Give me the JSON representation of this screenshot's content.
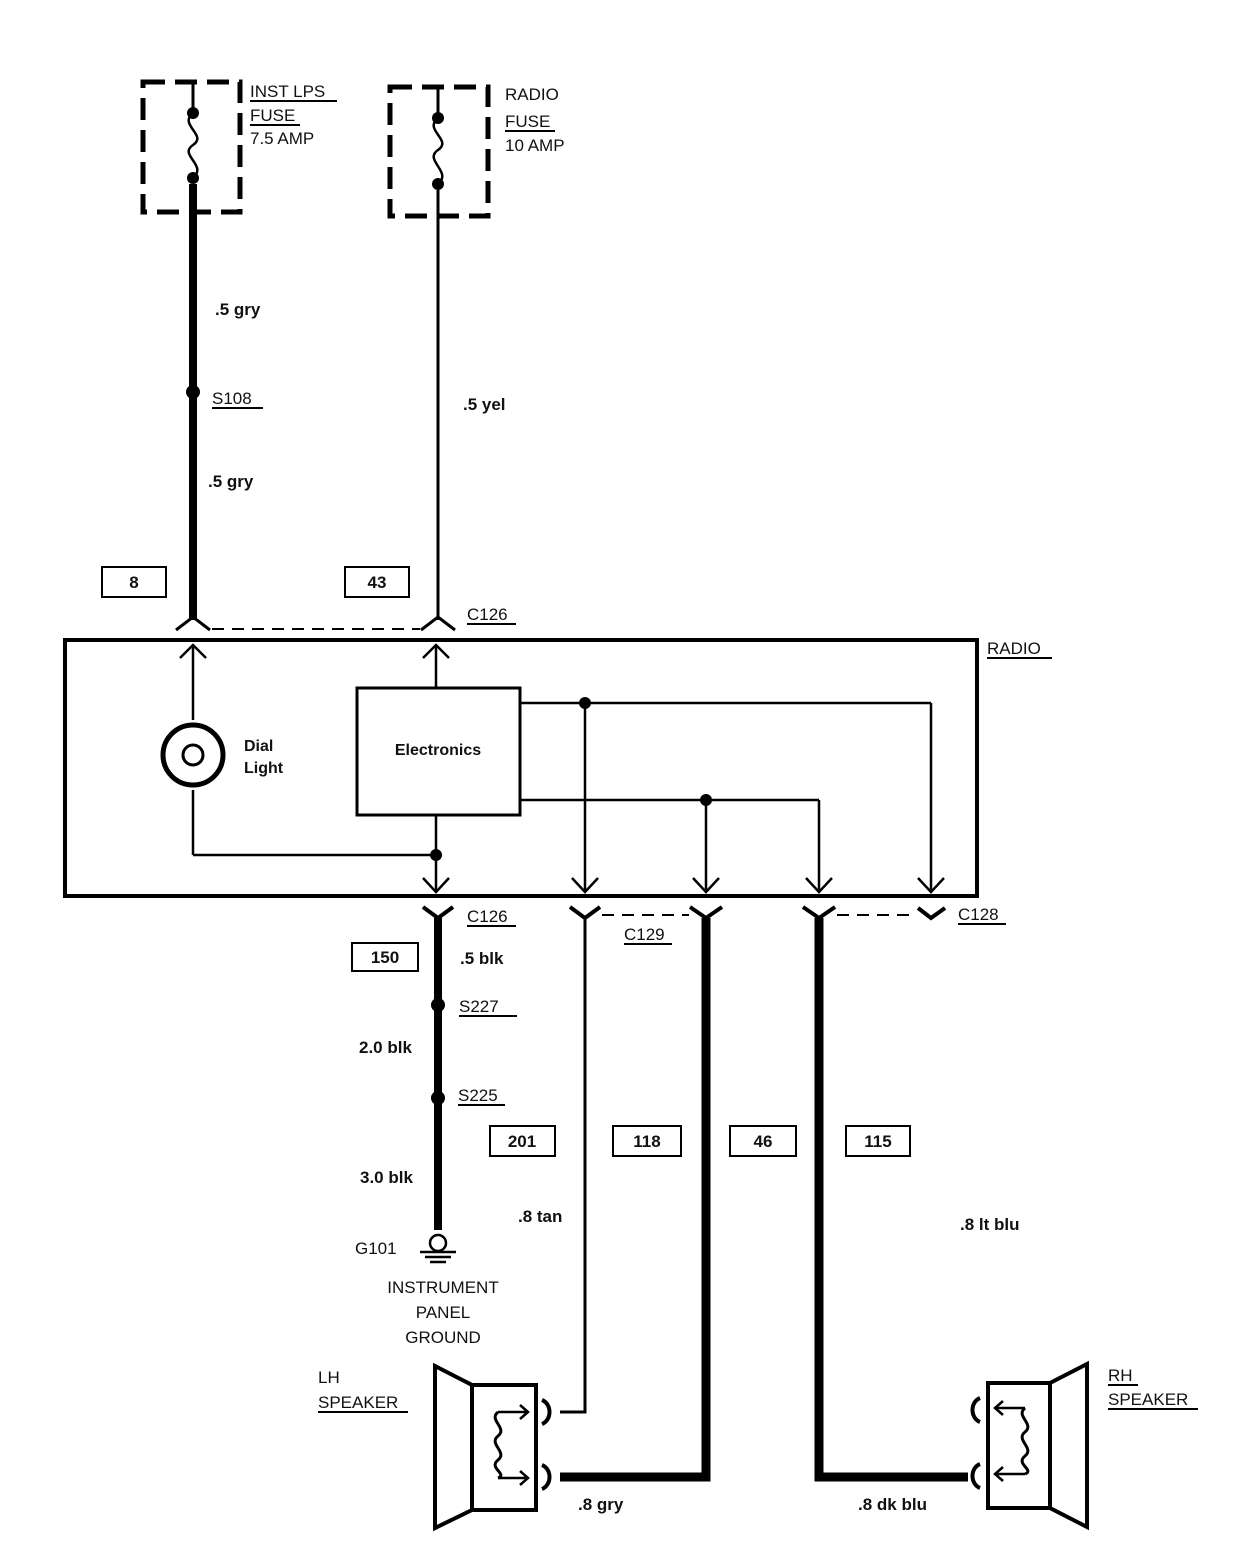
{
  "fuses": {
    "inst": {
      "line1": "INST LPS",
      "line2": "FUSE",
      "line3": "7.5 AMP"
    },
    "radio": {
      "line1": "RADIO",
      "line2": "FUSE",
      "line3": "10 AMP"
    }
  },
  "wires": {
    "gry_upper": ".5 gry",
    "gry_lower": ".5 gry",
    "yel": ".5 yel",
    "blk_05": ".5 blk",
    "blk_20": "2.0 blk",
    "blk_30": "3.0 blk",
    "tan": ".8 tan",
    "lt_blu": ".8 lt blu",
    "gry_08": ".8 gry",
    "dk_blu": ".8 dk blu"
  },
  "splices": {
    "s108": "S108",
    "s227": "S227",
    "s225": "S225"
  },
  "circuits": {
    "c8": "8",
    "c43": "43",
    "c150": "150",
    "c201": "201",
    "c118": "118",
    "c46": "46",
    "c115": "115"
  },
  "connectors": {
    "c126_top": "C126",
    "c126_bottom": "C126",
    "c129": "C129",
    "c128": "C128"
  },
  "radio": {
    "title": "RADIO",
    "electronics": "Electronics",
    "dial_line1": "Dial",
    "dial_line2": "Light"
  },
  "ground": {
    "id": "G101",
    "line1": "INSTRUMENT",
    "line2": "PANEL",
    "line3": "GROUND"
  },
  "speakers": {
    "lh": {
      "line1": "LH",
      "line2": "SPEAKER"
    },
    "rh": {
      "line1": "RH",
      "line2": "SPEAKER"
    }
  }
}
